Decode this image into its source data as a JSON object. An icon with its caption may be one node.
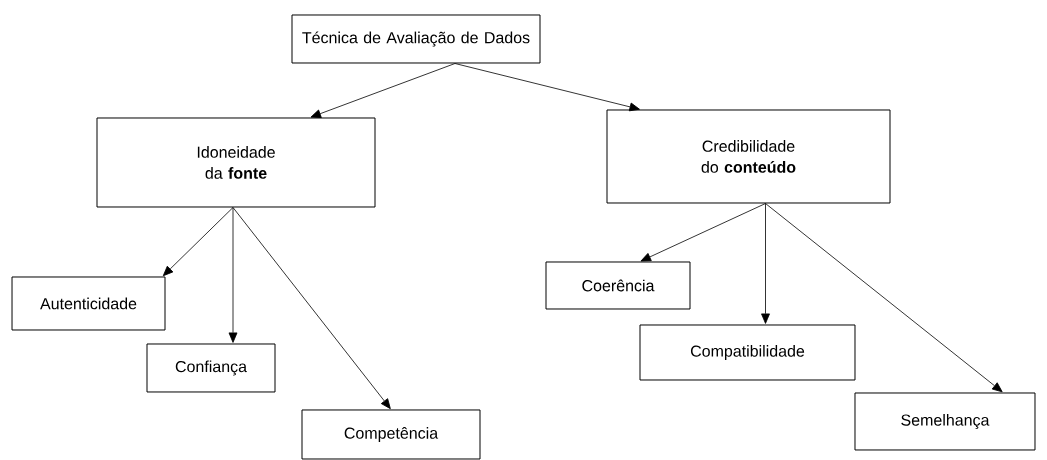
{
  "diagram": {
    "nodes": [
      {
        "text": [
          "Técnica de Avaliação de Dados"
        ]
      },
      {
        "text": [
          "Idoneidade da **fonte**"
        ]
      },
      {
        "text": [
          "Credibilidade do **conteúdo**"
        ]
      },
      {
        "text": [
          "Autenticidade"
        ]
      },
      {
        "text": [
          "Confiança"
        ]
      },
      {
        "text": [
          "Competência"
        ]
      },
      {
        "text": [
          "Coerência"
        ]
      },
      {
        "text": [
          "Compatibilidade"
        ]
      },
      {
        "text": [
          "Semelhança"
        ]
      }
    ],
    "edges": [
      {
        "from": 0,
        "to": 1,
        "arrow": "to"
      },
      {
        "from": 0,
        "to": 2,
        "arrow": "to"
      },
      {
        "from": 1,
        "to": 3,
        "arrow": "to"
      },
      {
        "from": 1,
        "to": 4,
        "arrow": "to"
      },
      {
        "from": 1,
        "to": 5,
        "arrow": "to"
      },
      {
        "from": 2,
        "to": 6,
        "arrow": "to"
      },
      {
        "from": 2,
        "to": 7,
        "arrow": "to"
      },
      {
        "from": 2,
        "to": 8,
        "arrow": "to"
      }
    ]
  }
}
